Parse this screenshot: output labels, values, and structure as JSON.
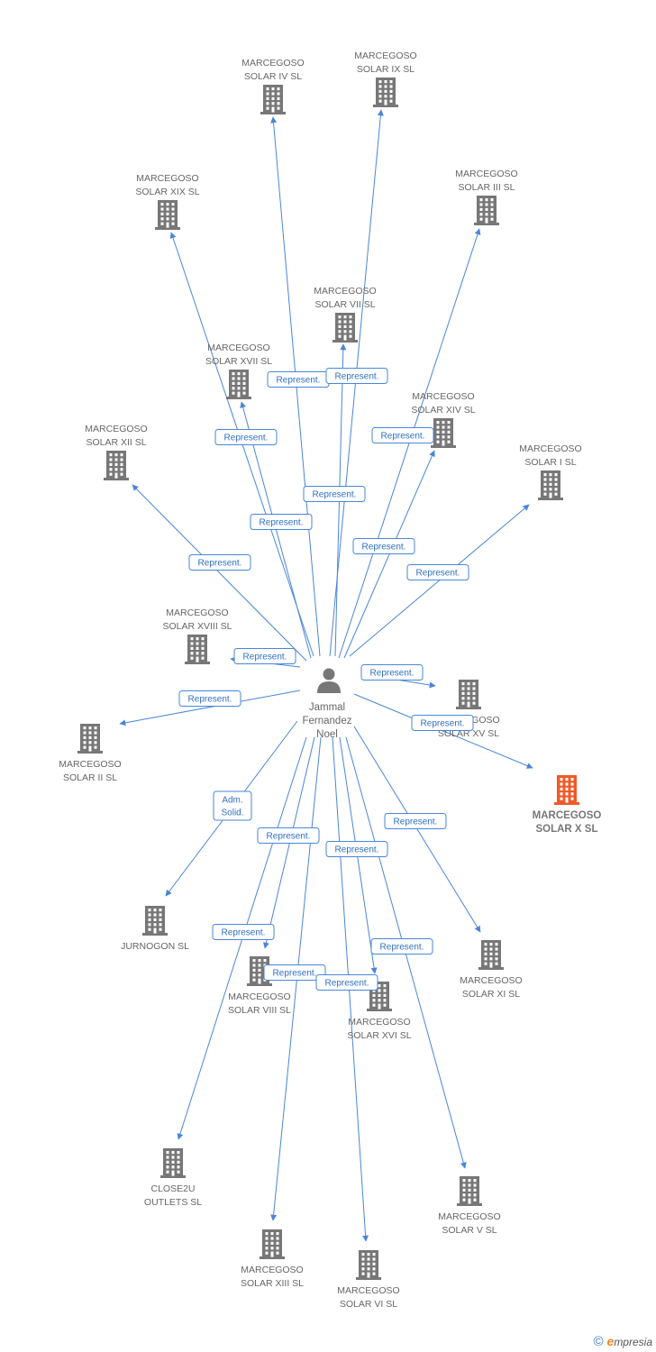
{
  "diagram": {
    "person": {
      "lines": [
        "Jammal",
        "Fernandez",
        "Noel"
      ],
      "icon": "person-icon"
    },
    "companies": [
      {
        "id": "ivsl",
        "lines": [
          "MARCEGOSO",
          "SOLAR IV SL"
        ],
        "highlight": false,
        "icon": "building-icon"
      },
      {
        "id": "ixsl",
        "lines": [
          "MARCEGOSO",
          "SOLAR IX SL"
        ],
        "highlight": false,
        "icon": "building-icon"
      },
      {
        "id": "xixsl",
        "lines": [
          "MARCEGOSO",
          "SOLAR XIX SL"
        ],
        "highlight": false,
        "icon": "building-icon"
      },
      {
        "id": "iiisl",
        "lines": [
          "MARCEGOSO",
          "SOLAR III SL"
        ],
        "highlight": false,
        "icon": "building-icon"
      },
      {
        "id": "viisl",
        "lines": [
          "MARCEGOSO",
          "SOLAR VII SL"
        ],
        "highlight": false,
        "icon": "building-icon"
      },
      {
        "id": "xviisl",
        "lines": [
          "MARCEGOSO",
          "SOLAR XVII SL"
        ],
        "highlight": false,
        "icon": "building-icon"
      },
      {
        "id": "xivsl",
        "lines": [
          "MARCEGOSO",
          "SOLAR XIV SL"
        ],
        "highlight": false,
        "icon": "building-icon"
      },
      {
        "id": "xiisl",
        "lines": [
          "MARCEGOSO",
          "SOLAR XII SL"
        ],
        "highlight": false,
        "icon": "building-icon"
      },
      {
        "id": "isl",
        "lines": [
          "MARCEGOSO",
          "SOLAR I SL"
        ],
        "highlight": false,
        "icon": "building-icon"
      },
      {
        "id": "xviiisl",
        "lines": [
          "MARCEGOSO",
          "SOLAR XVIII SL"
        ],
        "highlight": false,
        "icon": "building-icon"
      },
      {
        "id": "xvsl",
        "lines": [
          "MARCEGOSO",
          "SOLAR XV SL"
        ],
        "highlight": false,
        "icon": "building-icon"
      },
      {
        "id": "iisl",
        "lines": [
          "MARCEGOSO",
          "SOLAR II SL"
        ],
        "highlight": false,
        "icon": "building-icon"
      },
      {
        "id": "xsl",
        "lines": [
          "MARCEGOSO",
          "SOLAR X SL"
        ],
        "highlight": true,
        "icon": "building-icon"
      },
      {
        "id": "jurnogon",
        "lines": [
          "JURNOGON  SL"
        ],
        "highlight": false,
        "icon": "building-icon"
      },
      {
        "id": "xisl",
        "lines": [
          "MARCEGOSO",
          "SOLAR XI SL"
        ],
        "highlight": false,
        "icon": "building-icon"
      },
      {
        "id": "viiisl",
        "lines": [
          "MARCEGOSO",
          "SOLAR VIII SL"
        ],
        "highlight": false,
        "icon": "building-icon"
      },
      {
        "id": "xvisl",
        "lines": [
          "MARCEGOSO",
          "SOLAR XVI SL"
        ],
        "highlight": false,
        "icon": "building-icon"
      },
      {
        "id": "close2u",
        "lines": [
          "CLOSE2U",
          "OUTLETS SL"
        ],
        "highlight": false,
        "icon": "building-icon"
      },
      {
        "id": "vsl",
        "lines": [
          "MARCEGOSO",
          "SOLAR V SL"
        ],
        "highlight": false,
        "icon": "building-icon"
      },
      {
        "id": "xiiisl",
        "lines": [
          "MARCEGOSO",
          "SOLAR XIII SL"
        ],
        "highlight": false,
        "icon": "building-icon"
      },
      {
        "id": "visl",
        "lines": [
          "MARCEGOSO",
          "SOLAR VI SL"
        ],
        "highlight": false,
        "icon": "building-icon"
      }
    ],
    "edges": [
      {
        "to": "ivsl",
        "lines": [
          "Represent."
        ]
      },
      {
        "to": "ixsl",
        "lines": [
          "Represent."
        ]
      },
      {
        "to": "xixsl",
        "lines": [
          "Represent."
        ]
      },
      {
        "to": "iiisl",
        "lines": [
          "Represent."
        ]
      },
      {
        "to": "viisl",
        "lines": [
          "Represent."
        ]
      },
      {
        "to": "xviisl",
        "lines": [
          "Represent."
        ]
      },
      {
        "to": "xivsl",
        "lines": [
          "Represent."
        ]
      },
      {
        "to": "xiisl",
        "lines": [
          "Represent."
        ]
      },
      {
        "to": "isl",
        "lines": [
          "Represent."
        ]
      },
      {
        "to": "xviiisl",
        "lines": [
          "Represent."
        ]
      },
      {
        "to": "xvsl",
        "lines": [
          "Represent."
        ]
      },
      {
        "to": "iisl",
        "lines": [
          "Represent."
        ]
      },
      {
        "to": "xsl",
        "lines": [
          "Represent."
        ]
      },
      {
        "to": "jurnogon",
        "lines": [
          "Adm.",
          "Solid."
        ]
      },
      {
        "to": "xisl",
        "lines": [
          "Represent."
        ]
      },
      {
        "to": "viiisl",
        "lines": [
          "Represent."
        ]
      },
      {
        "to": "xvisl",
        "lines": [
          "Represent."
        ]
      },
      {
        "to": "close2u",
        "lines": [
          "Represent."
        ]
      },
      {
        "to": "vsl",
        "lines": [
          "Represent."
        ]
      },
      {
        "to": "xiiisl",
        "lines": [
          "Represent."
        ]
      },
      {
        "to": "visl",
        "lines": [
          "Represent."
        ]
      }
    ],
    "colors": {
      "edge": "#4a86d8",
      "edge_label_text": "#2f6fc6",
      "building": "#777777",
      "building_highlight": "#f05a28",
      "person": "#777777",
      "text": "#666666"
    }
  },
  "footer": {
    "copyright_symbol": "©",
    "brand_initial": "e",
    "brand_rest": "mpresia",
    "icon": "copyright-icon"
  }
}
